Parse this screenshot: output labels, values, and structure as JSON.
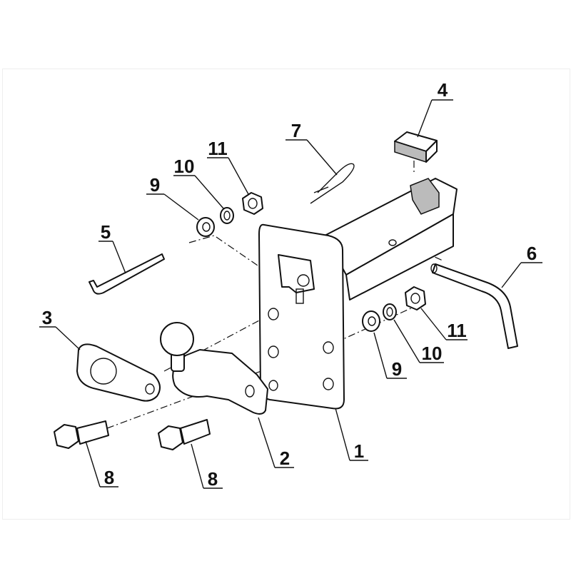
{
  "diagram": {
    "callouts": [
      {
        "id": "label-1",
        "text": "1"
      },
      {
        "id": "label-2",
        "text": "2"
      },
      {
        "id": "label-3",
        "text": "3"
      },
      {
        "id": "label-4",
        "text": "4"
      },
      {
        "id": "label-5",
        "text": "5"
      },
      {
        "id": "label-6",
        "text": "6"
      },
      {
        "id": "label-7",
        "text": "7"
      },
      {
        "id": "label-8a",
        "text": "8"
      },
      {
        "id": "label-8b",
        "text": "8"
      },
      {
        "id": "label-9a",
        "text": "9"
      },
      {
        "id": "label-9b",
        "text": "9"
      },
      {
        "id": "label-10a",
        "text": "10"
      },
      {
        "id": "label-10b",
        "text": "10"
      },
      {
        "id": "label-11a",
        "text": "11"
      },
      {
        "id": "label-11b",
        "text": "11"
      }
    ]
  }
}
